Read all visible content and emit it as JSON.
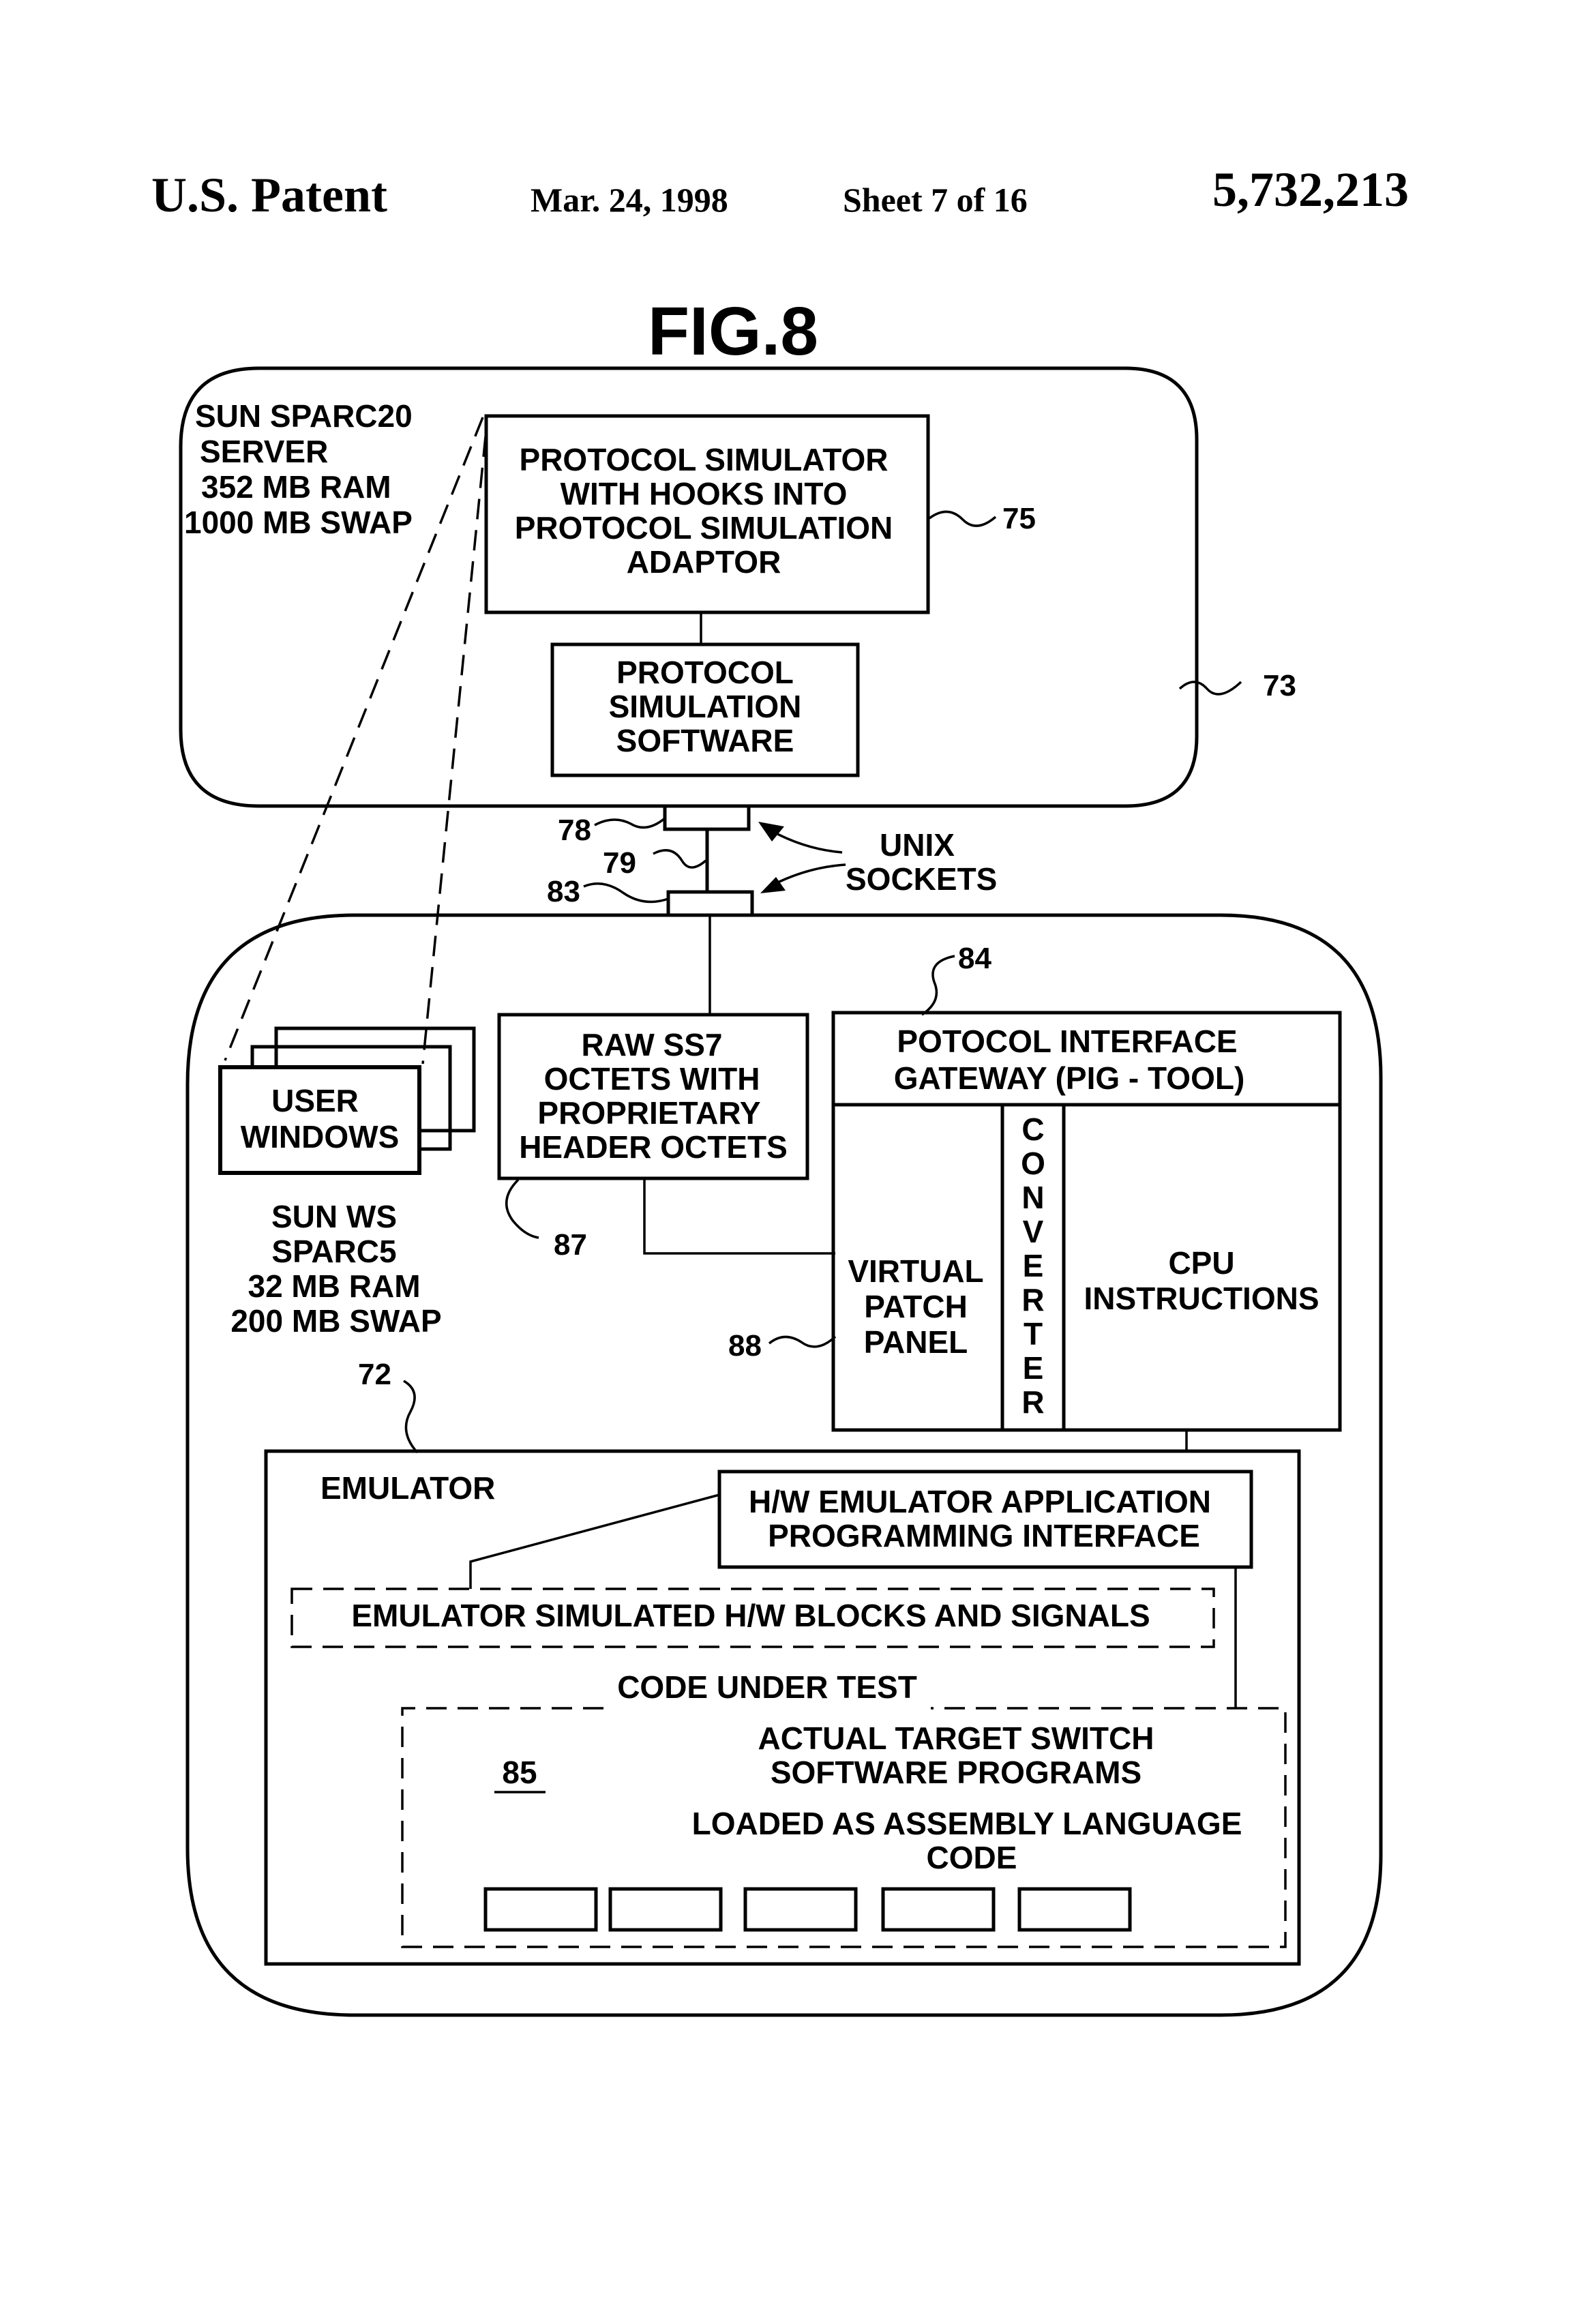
{
  "header": {
    "left": "U.S. Patent",
    "date": "Mar. 24, 1998",
    "sheet": "Sheet 7 of 16",
    "patent_number": "5,732,213"
  },
  "figure_title": "FIG.8",
  "server": {
    "lines": [
      "SUN SPARC20",
      "SERVER",
      "352 MB RAM",
      "1000 MB SWAP"
    ],
    "ref": "73"
  },
  "protocol_simulator": {
    "lines": [
      "PROTOCOL SIMULATOR",
      "WITH HOOKS INTO",
      "PROTOCOL SIMULATION",
      "ADAPTOR"
    ],
    "ref": "75"
  },
  "protocol_software": {
    "lines": [
      "PROTOCOL",
      "SIMULATION",
      "SOFTWARE"
    ]
  },
  "sockets": {
    "ref_top": "78",
    "ref_mid": "79",
    "ref_bottom": "83",
    "lines": [
      "UNIX",
      "SOCKETS"
    ]
  },
  "workstation": {
    "user_windows": [
      "USER",
      "WINDOWS"
    ],
    "lines": [
      "SUN WS",
      "SPARC5",
      "32 MB RAM",
      "200 MB SWAP"
    ],
    "ref": "72"
  },
  "raw_ss7": {
    "lines": [
      "RAW SS7",
      "OCTETS WITH",
      "PROPRIETARY",
      "HEADER OCTETS"
    ],
    "ref": "87"
  },
  "pig": {
    "ref": "84",
    "title_lines": [
      "POTOCOL INTERFACE",
      "GATEWAY (PIG - TOOL)"
    ],
    "virtual_patch": [
      "VIRTUAL",
      "PATCH",
      "PANEL"
    ],
    "converter_letters": [
      "C",
      "O",
      "N",
      "V",
      "E",
      "R",
      "T",
      "E",
      "R"
    ],
    "cpu": [
      "CPU",
      "INSTRUCTIONS"
    ],
    "patch_ref": "88"
  },
  "emulator": {
    "title": "EMULATOR",
    "api_lines": [
      "H/W EMULATOR APPLICATION",
      "PROGRAMMING INTERFACE"
    ],
    "simulated_blocks": "EMULATOR SIMULATED H/W BLOCKS AND SIGNALS",
    "code_under_test": "CODE UNDER TEST",
    "code_ref": "85",
    "target_lines": [
      "ACTUAL TARGET SWITCH",
      "SOFTWARE PROGRAMS"
    ],
    "assembly_lines": [
      "LOADED AS ASSEMBLY LANGUAGE",
      "CODE"
    ]
  }
}
